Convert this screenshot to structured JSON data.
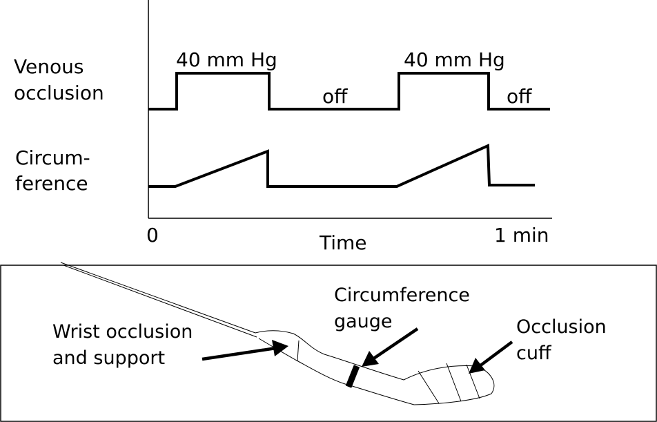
{
  "chart": {
    "row_labels": {
      "venous_line1": "Venous",
      "venous_line2": "occlusion",
      "circ_line1": "Circum-",
      "circ_line2": "ference"
    },
    "pressure_labels": [
      "40 mm Hg",
      "40 mm Hg"
    ],
    "off_labels": [
      "off",
      "off"
    ],
    "x_start_label": "0",
    "x_end_label": "1 min",
    "x_axis_title": "Time"
  },
  "illustration": {
    "wrist_line1": "Wrist occlusion",
    "wrist_line2": "and support",
    "gauge_line1": "Circumference",
    "gauge_line2": "gauge",
    "cuff_line1": "Occlusion",
    "cuff_line2": "cuff"
  },
  "colors": {
    "ink": "#000000",
    "background": "#ffffff"
  }
}
